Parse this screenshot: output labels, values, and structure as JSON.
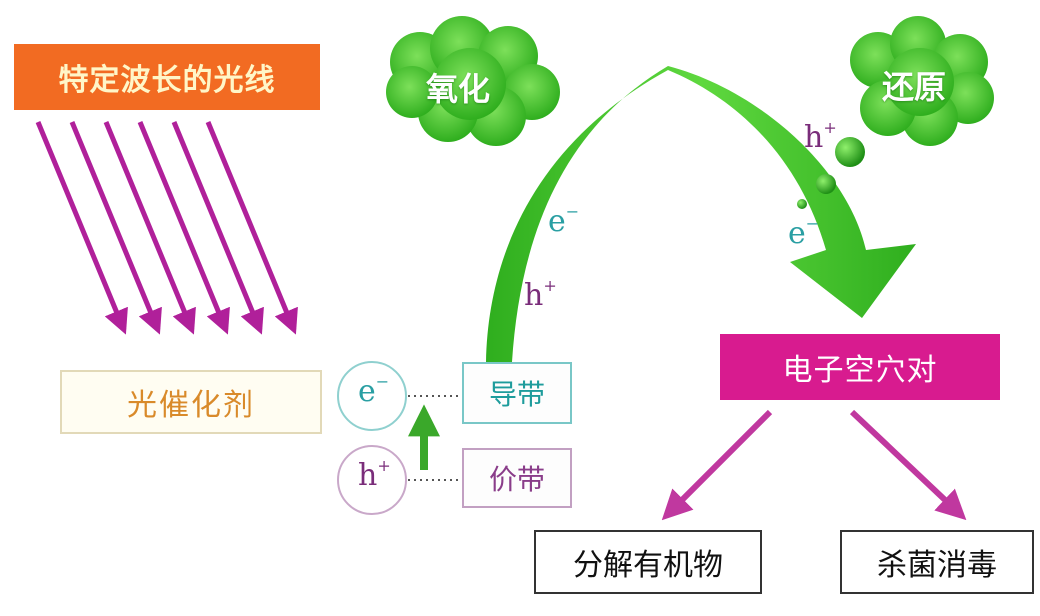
{
  "light": {
    "label": "特定波长的光线"
  },
  "catalyst": {
    "label": "光催化剂"
  },
  "bands": {
    "conduction": "导带",
    "valence": "价带"
  },
  "carriers": {
    "electron": "e",
    "electron_sign": "−",
    "hole": "h",
    "hole_sign": "+"
  },
  "clouds": {
    "oxidation": "氧化",
    "reduction": "还原"
  },
  "pair": {
    "label": "电子空穴对"
  },
  "outcomes": {
    "organic": "分解有机物",
    "sterilize": "杀菌消毒"
  },
  "colors": {
    "light_box": "#f26b22",
    "light_arrows": "#b0209a",
    "green": "#3cc223",
    "pair_box": "#d81b8f",
    "teal": "#2a9fa3"
  }
}
